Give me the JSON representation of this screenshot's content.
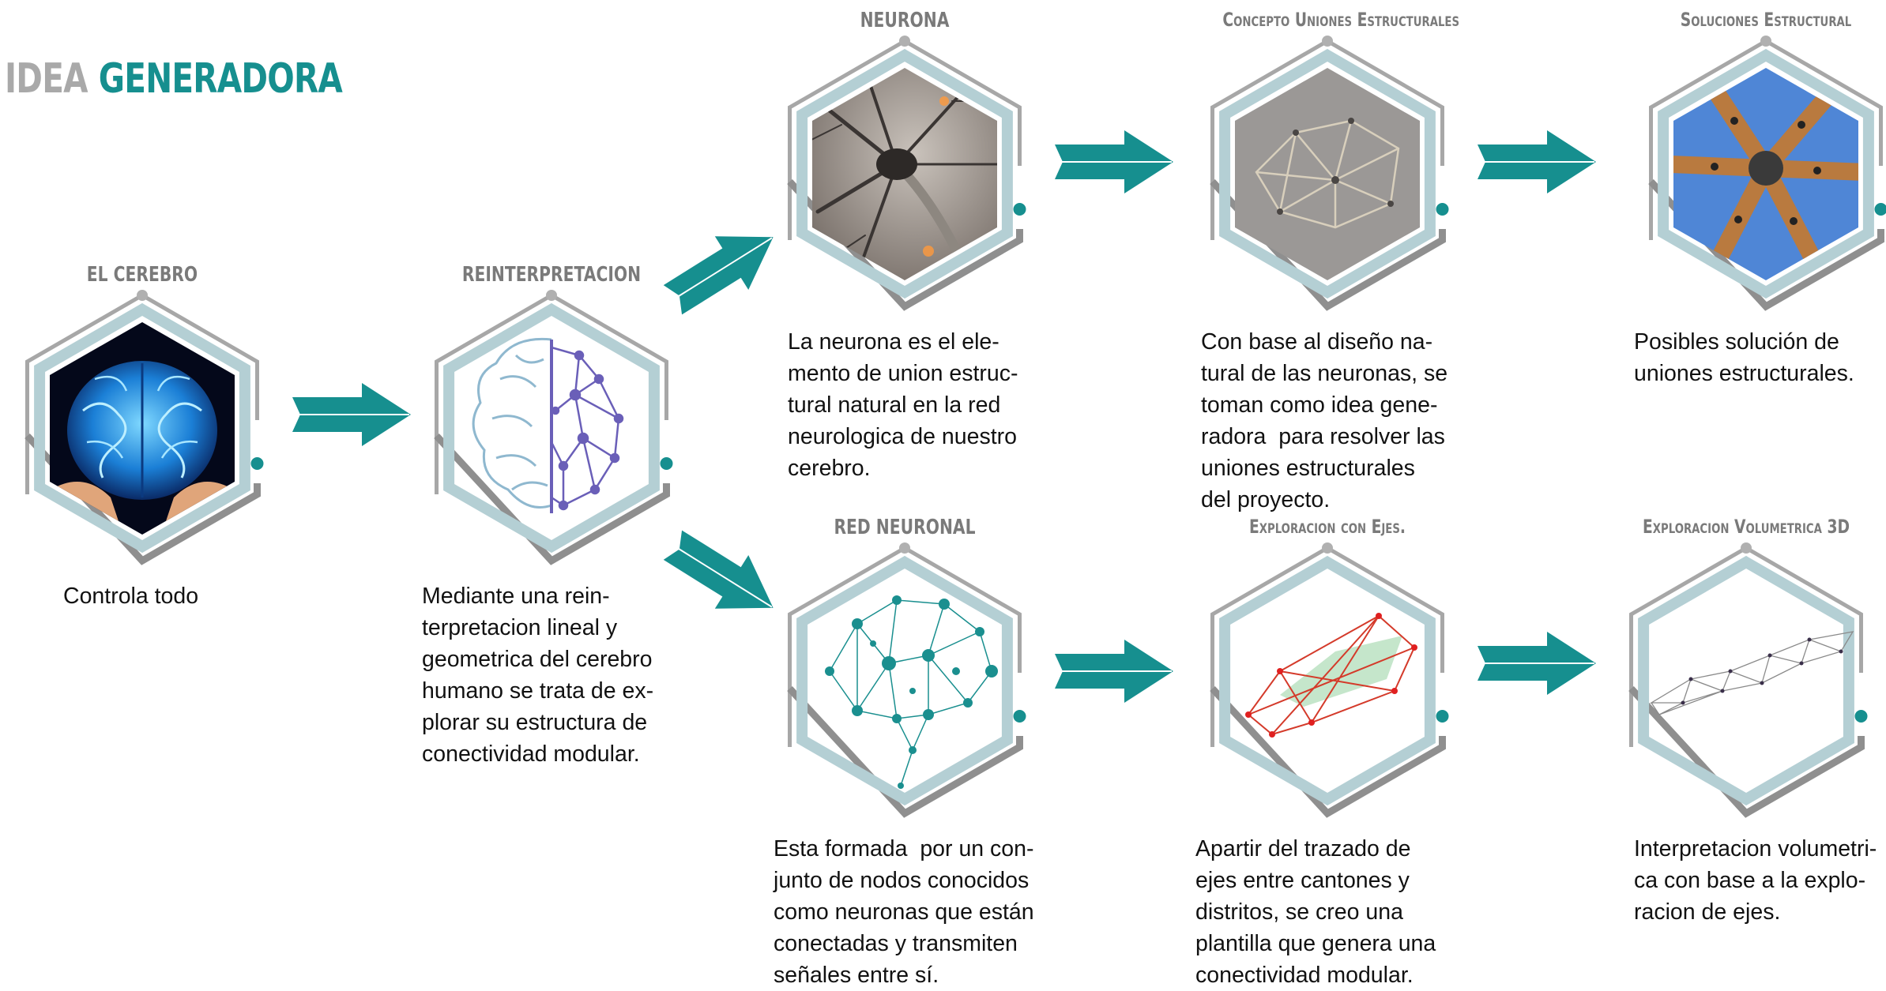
{
  "header": {
    "word1": "IDEA",
    "word2": "GENERADORA"
  },
  "colors": {
    "teal": "#168f8f",
    "frame_gray": "#9e9e9e",
    "inner_blue": "#b4cfd4"
  },
  "nodes": {
    "cerebro": {
      "label": "EL CEREBRO",
      "image_icon": "brain-in-hands-icon",
      "description": "Controla todo"
    },
    "reinterpretacion": {
      "label": "REINTERPRETACION",
      "image_icon": "brain-network-lineart-icon",
      "description": "Mediante una rein-\nterpretacion lineal y\ngeometrica del cerebro\nhumano se trata de ex-\nplorar su estructura de\nconectividad modular."
    },
    "neurona": {
      "label": "NEURONA",
      "image_icon": "neuron-photo-icon",
      "description": "La neurona es el ele-\nmento de union estruc-\ntural natural en la red\nneurologica de nuestro\ncerebro."
    },
    "concepto": {
      "label": "Concepto Uniones Estructurales",
      "image_icon": "stick-model-photo-icon",
      "description": "Con base al diseño na-\ntural de las neuronas, se\ntoman como idea gene-\nradora  para resolver las\nuniones estructurales\ndel proyecto."
    },
    "soluciones": {
      "label": "Soluciones Estructural",
      "image_icon": "timber-joint-photo-icon",
      "description": "Posibles solución de\nuniones estructurales."
    },
    "red": {
      "label": "RED NEURONAL",
      "image_icon": "brain-node-network-icon",
      "description": "Esta formada  por un con-\njunto de nodos conocidos\ncomo neuronas que están\nconectadas y transmiten\nseñales entre sí."
    },
    "exploracion_ejes": {
      "label": "Exploracion con Ejes.",
      "image_icon": "axis-plan-diagram-icon",
      "description": "Apartir del trazado de\nejes entre cantones y\ndistritos, se creo una\nplantilla que genera una\nconectividad modular."
    },
    "exploracion_vol": {
      "label": "Exploracion Volumetrica 3D",
      "image_icon": "volumetric-wireframe-icon",
      "description": "Interpretacion volumetri-\nca con base a la explo-\nracion de ejes."
    }
  }
}
